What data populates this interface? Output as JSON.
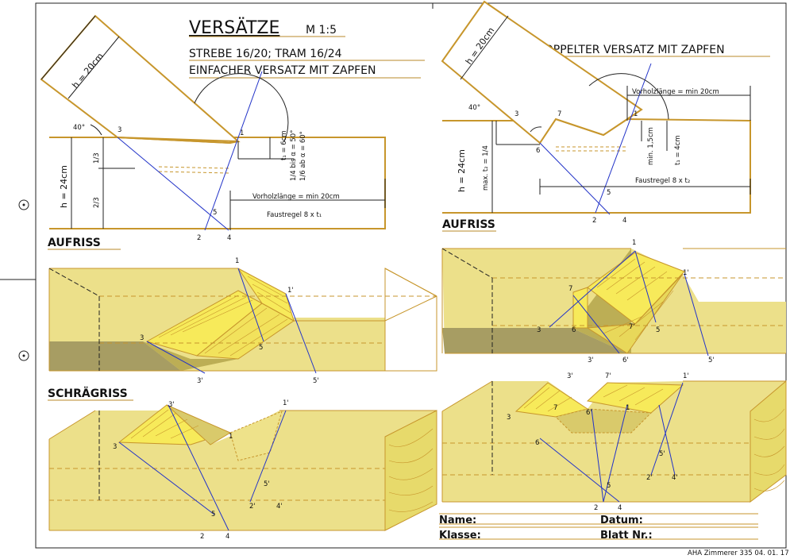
{
  "sheet": {
    "title": "VERSÄTZE",
    "scale": "M 1:5",
    "subtitle_1": "STREBE 16/20;  TRAM 16/24",
    "subtitle_2": "EINFACHER VERSATZ MIT ZAPFEN",
    "right_title": "DOPPELTER VERSATZ MIT ZAPFEN",
    "footer": "AHA Zimmerer 335   04. 01. 17"
  },
  "left": {
    "strut_dim": "h = 20cm",
    "angle": "40°",
    "beam_dim": "h = 24cm",
    "third_upper": "1/3",
    "third_lower": "2/3",
    "t1": "t₁ = 6cm",
    "depth_rule_1": "1/4 bis α = 50°",
    "depth_rule_2": "1/6 ab α = 60°",
    "overhang": "Vorholzlänge = min 20cm",
    "rule": "Faustregel 8 x t₁",
    "aufriss": "AUFRISS",
    "schraegriss": "SCHRÄGRISS"
  },
  "right": {
    "strut_dim": "h = 20cm",
    "angle": "40°",
    "beam_dim": "h = 24cm",
    "t2": "max. t₂ = 1/4",
    "min": "min. 1,5cm",
    "t1": "t₁ = 4cm",
    "overhang": "Vorholzlänge = min 20cm",
    "rule": "Faustregel 8 x t₂",
    "aufriss": "AUFRISS"
  },
  "points": {
    "p1": "1",
    "p1p": "1'",
    "p2": "2",
    "p2p": "2'",
    "p3": "3",
    "p3p": "3'",
    "p4": "4",
    "p4p": "4'",
    "p5": "5",
    "p5p": "5'",
    "p6": "6",
    "p6p": "6'",
    "p7": "7",
    "p7p": "7'"
  },
  "form": {
    "name": "Name:",
    "datum": "Datum:",
    "klasse": "Klasse:",
    "blatt": "Blatt Nr.:"
  },
  "colors": {
    "wood": "#ece08a",
    "wood_dark": "#bcae55",
    "shadow": "#a79d63",
    "grain": "#f7ea5a",
    "line": "#c7962c",
    "blue": "#2233c8"
  }
}
